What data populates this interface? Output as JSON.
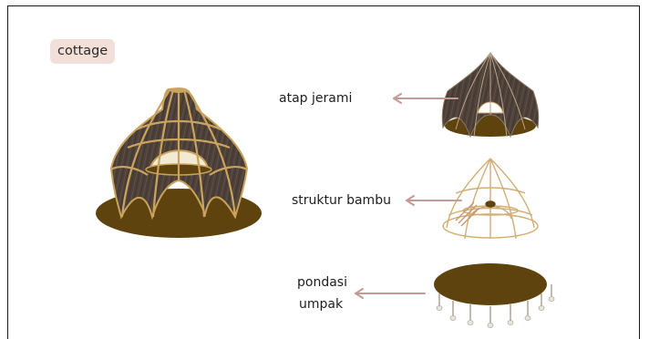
{
  "title_chip": "cottage",
  "labels": {
    "roof": "atap jerami",
    "structure": "struktur  bambu",
    "foundation_line1": "pondasi",
    "foundation_line2": "umpak"
  },
  "colors": {
    "arrow": "#c49a95",
    "chip_bg": "#f2dfd8",
    "floor": "#5e430f",
    "bamboo": "#c9a25c",
    "thatch": "#4b4038"
  }
}
